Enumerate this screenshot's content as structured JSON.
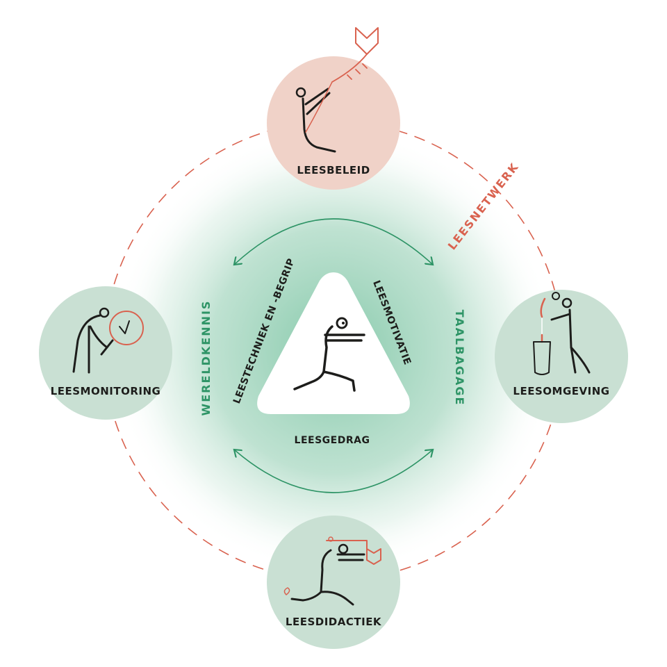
{
  "nodes": {
    "top": {
      "label": "LEESBELEID"
    },
    "left": {
      "label": "LEESMONITORING"
    },
    "right": {
      "label": "LEESOMGEVING"
    },
    "bottom": {
      "label": "LEESDIDACTIEK"
    }
  },
  "ring_label": "LEESNETWERK",
  "side_labels": {
    "left": "WERELDKENNIS",
    "right": "TAALBAGAGE"
  },
  "triangle_labels": {
    "left": "LEESTECHNIEK EN -BEGRIP",
    "right": "LEESMOTIVATIE",
    "bottom": "LEESGEDRAG"
  },
  "icons": {
    "top": "figure-flying-book-kite-icon",
    "left": "figure-magnifying-glass-icon",
    "right": "figure-watering-plant-book-icon",
    "bottom": "figure-running-book-icon",
    "center": "figure-running-reader-icon"
  },
  "colors": {
    "pink_circle": "#f0d2c8",
    "green_circle": "#c9e0d3",
    "green_glow": "#9fd3bc",
    "green_accent": "#2e9466",
    "red_accent": "#d9624f",
    "ink": "#1d1d1b"
  }
}
